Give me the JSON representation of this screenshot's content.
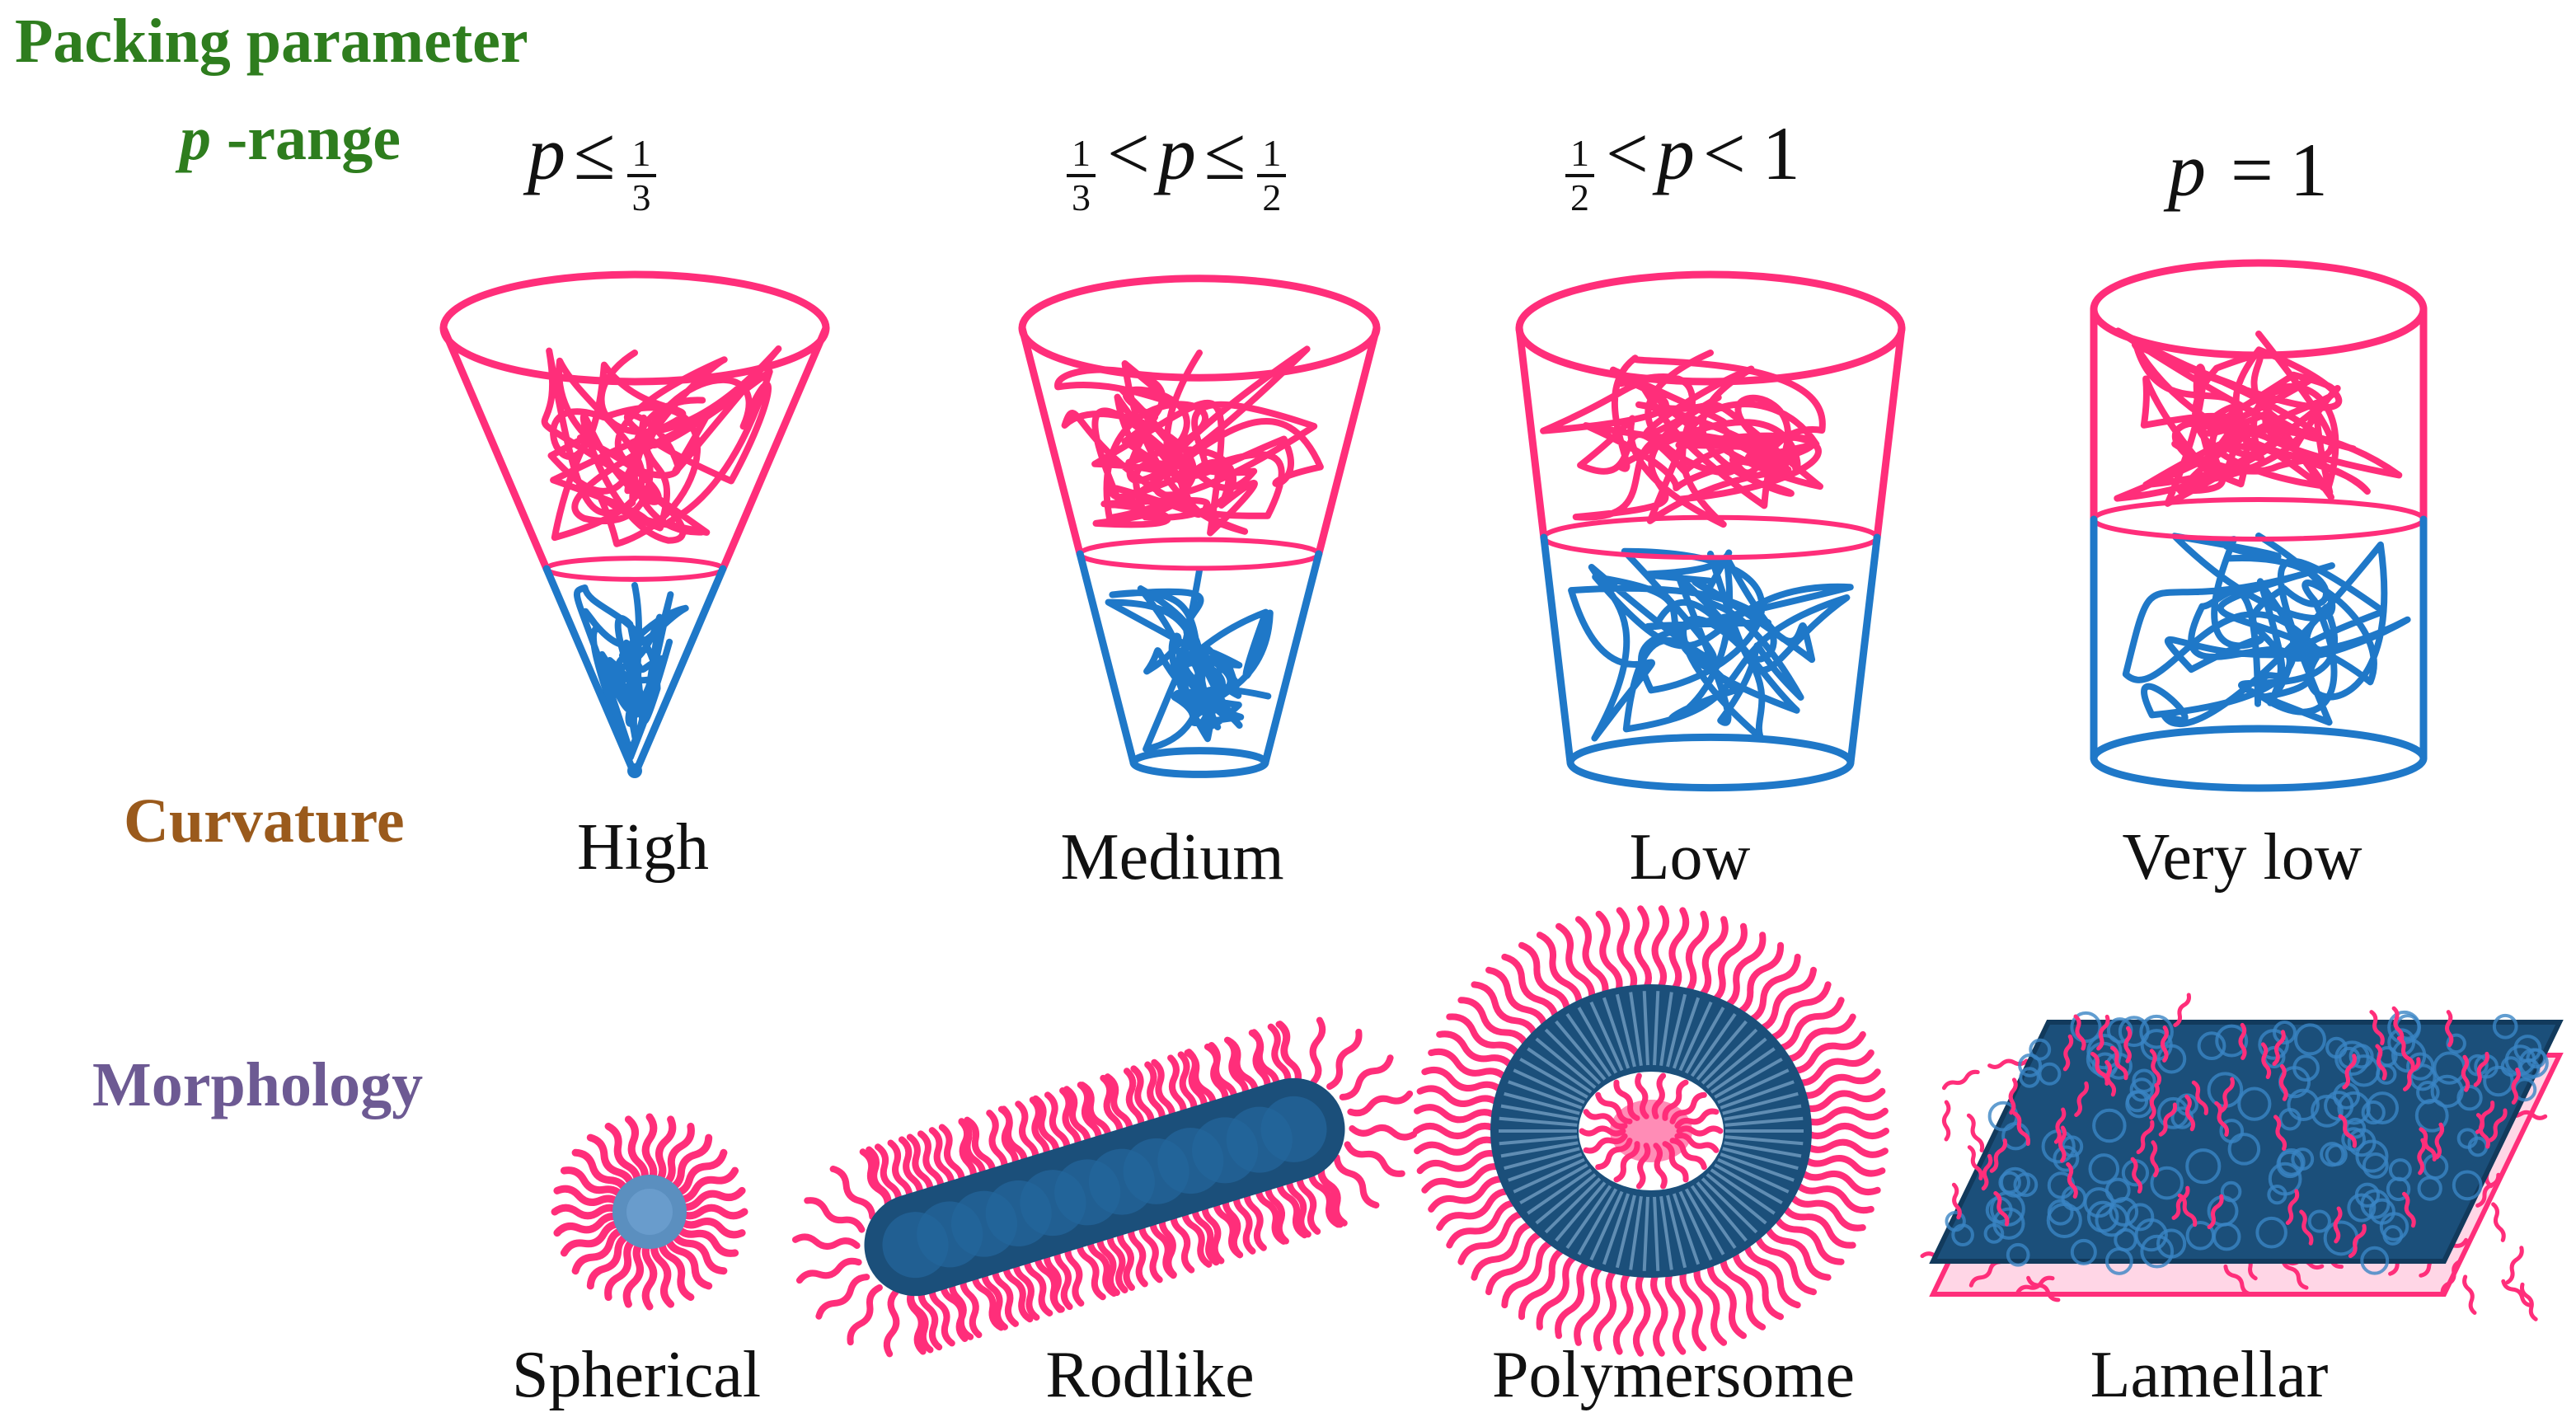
{
  "titles": {
    "packing": "Packing parameter",
    "prange_p": "p",
    "prange_rest": " -range",
    "curvature": "Curvature",
    "morphology": "Morphology"
  },
  "ranges": [
    {
      "p": "p",
      "op": "≤",
      "num": "1",
      "den": "3"
    },
    {
      "num1": "1",
      "den1": "3",
      "op1": "<",
      "p": "p",
      "op2": "≤",
      "num2": "1",
      "den2": "2"
    },
    {
      "num1": "1",
      "den1": "2",
      "op1": "<",
      "p": "p",
      "op2": "<",
      "end": "1"
    },
    {
      "p": "p",
      "op": "=",
      "end": "1"
    }
  ],
  "curvature": [
    "High",
    "Medium",
    "Low",
    "Very low"
  ],
  "morphology": [
    "Spherical",
    "Rodlike",
    "Polymersome",
    "Lamellar"
  ],
  "colors": {
    "packing_title": "#2e7d1e",
    "curvature_title": "#9a5a1c",
    "morphology_title": "#6d5a93",
    "hydrophilic": "#ff2e7a",
    "hydrophobic": "#1f78c8",
    "core_dark": "#1b4f7a",
    "text": "#111111"
  }
}
